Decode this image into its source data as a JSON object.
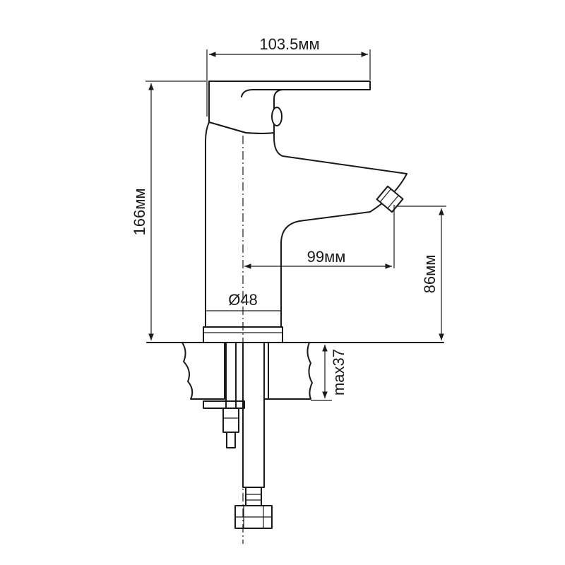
{
  "dimensions": {
    "handle_length": "103.5мм",
    "total_height": "166мм",
    "spout_reach": "99мм",
    "spout_height": "86мм",
    "base_diameter": "Ø48",
    "max_countertop": "max37"
  },
  "colors": {
    "line": "#1a1a1a",
    "background": "#ffffff"
  }
}
